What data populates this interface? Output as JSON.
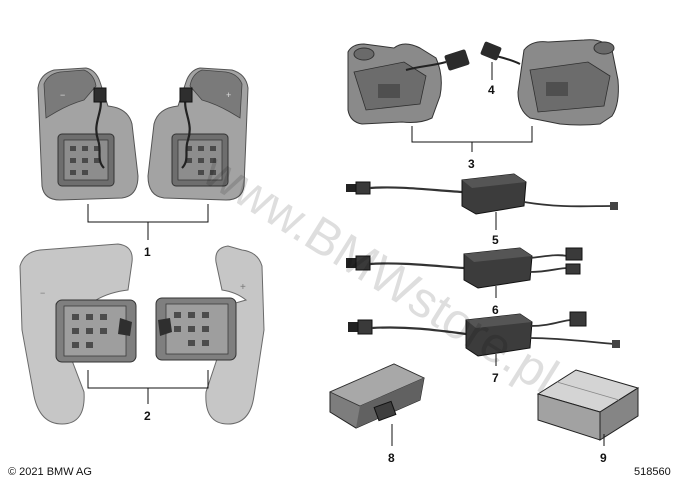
{
  "callouts": [
    {
      "id": "1",
      "label": "1"
    },
    {
      "id": "2",
      "label": "2"
    },
    {
      "id": "3",
      "label": "3"
    },
    {
      "id": "4",
      "label": "4"
    },
    {
      "id": "5",
      "label": "5"
    },
    {
      "id": "6",
      "label": "6"
    },
    {
      "id": "7",
      "label": "7"
    },
    {
      "id": "8",
      "label": "8"
    },
    {
      "id": "9",
      "label": "9"
    }
  ],
  "paddle_marks": {
    "minus": "−",
    "plus": "+"
  },
  "watermark": "www.BMWstore.pl",
  "footer": {
    "copyright": "© 2021 BMW AG",
    "diagram_number": "518560"
  },
  "colors": {
    "part_fill": "#9b9b9b",
    "part_dark": "#5e5e5e",
    "paddle_light": "#c4c4c4",
    "line": "#111111"
  }
}
